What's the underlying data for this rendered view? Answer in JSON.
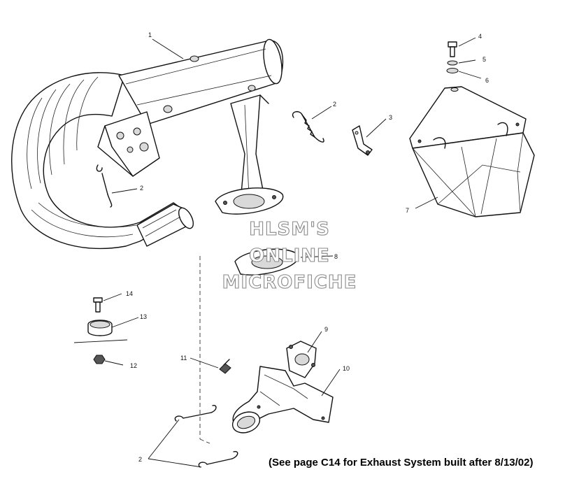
{
  "callouts": {
    "c1": "1",
    "c2a": "2",
    "c2b": "2",
    "c2c": "2",
    "c3": "3",
    "c4": "4",
    "c5": "5",
    "c6": "6",
    "c7": "7",
    "c8": "8",
    "c9": "9",
    "c10": "10",
    "c11": "11",
    "c12": "12",
    "c13": "13",
    "c14": "14"
  },
  "watermark": {
    "line1": "HLSM'S",
    "line2": "ONLINE",
    "line3": "MICROFICHE"
  },
  "note": "(See page C14 for Exhaust System built after 8/13/02)"
}
